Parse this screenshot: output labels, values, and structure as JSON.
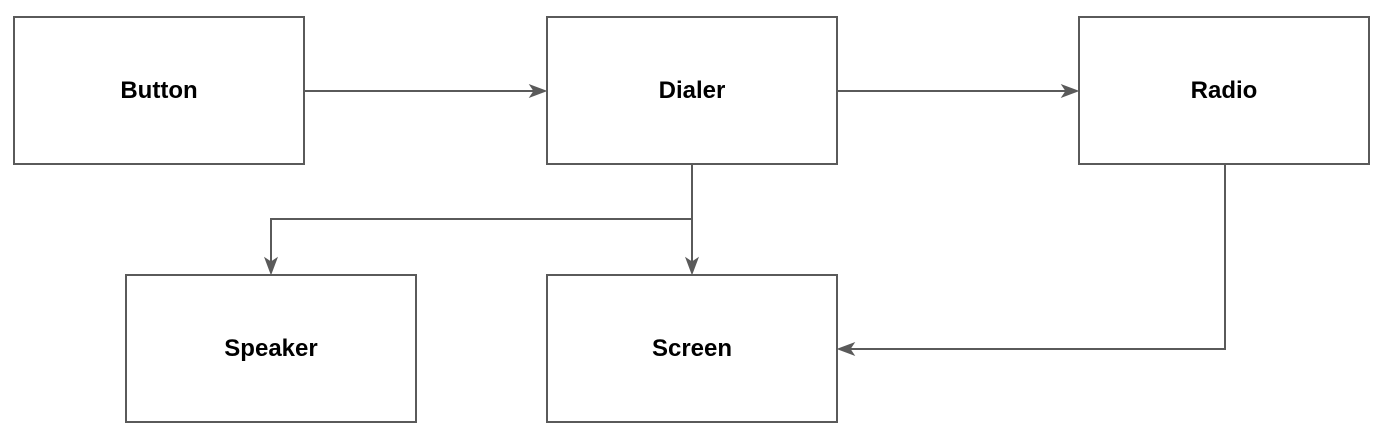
{
  "diagram": {
    "nodes": {
      "button": "Button",
      "dialer": "Dialer",
      "radio": "Radio",
      "speaker": "Speaker",
      "screen": "Screen"
    },
    "edges": [
      {
        "from": "Button",
        "to": "Dialer"
      },
      {
        "from": "Dialer",
        "to": "Radio"
      },
      {
        "from": "Dialer",
        "to": "Speaker"
      },
      {
        "from": "Dialer",
        "to": "Screen"
      },
      {
        "from": "Radio",
        "to": "Screen"
      }
    ],
    "colors": {
      "stroke": "#5a5a5a",
      "text": "#000000",
      "background": "#ffffff"
    }
  }
}
